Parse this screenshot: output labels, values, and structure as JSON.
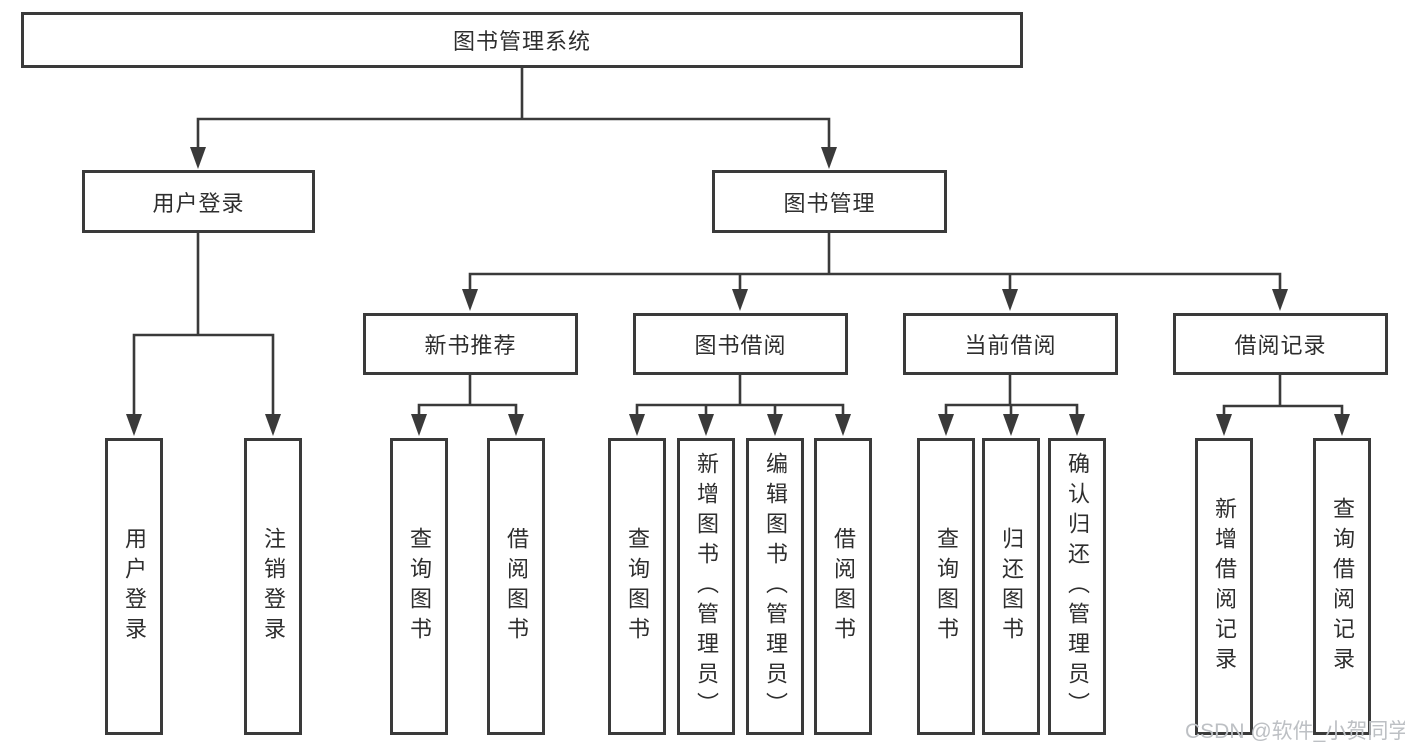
{
  "diagram": {
    "root": {
      "label": "图书管理系统"
    },
    "branches": [
      {
        "label": "用户登录",
        "children": [
          {
            "label": "用户登录"
          },
          {
            "label": "注销登录"
          }
        ]
      },
      {
        "label": "图书管理",
        "groups": [
          {
            "label": "新书推荐",
            "children": [
              {
                "label": "查询图书"
              },
              {
                "label": "借阅图书"
              }
            ]
          },
          {
            "label": "图书借阅",
            "children": [
              {
                "label": "查询图书"
              },
              {
                "label": "新增图书（管理员）"
              },
              {
                "label": "编辑图书（管理员）"
              },
              {
                "label": "借阅图书"
              }
            ]
          },
          {
            "label": "当前借阅",
            "children": [
              {
                "label": "查询图书"
              },
              {
                "label": "归还图书"
              },
              {
                "label": "确认归还（管理员）"
              }
            ]
          },
          {
            "label": "借阅记录",
            "children": [
              {
                "label": "新增借阅记录"
              },
              {
                "label": "查询借阅记录"
              }
            ]
          }
        ]
      }
    ]
  },
  "watermark": "CSDN @软件_小贺同学",
  "colors": {
    "line": "#3a3a3a",
    "border": "#3a3a3a",
    "text": "#2e2e2e",
    "watermark": "#bdc0c4",
    "background": "#ffffff"
  }
}
